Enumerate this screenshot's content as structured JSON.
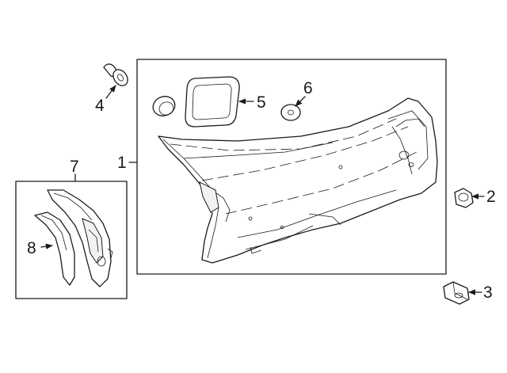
{
  "callouts": {
    "c1": "1",
    "c2": "2",
    "c3": "3",
    "c4": "4",
    "c5": "5",
    "c6": "6",
    "c7": "7",
    "c8": "8"
  },
  "colors": {
    "line": "#1a1a1a",
    "background": "#ffffff"
  }
}
